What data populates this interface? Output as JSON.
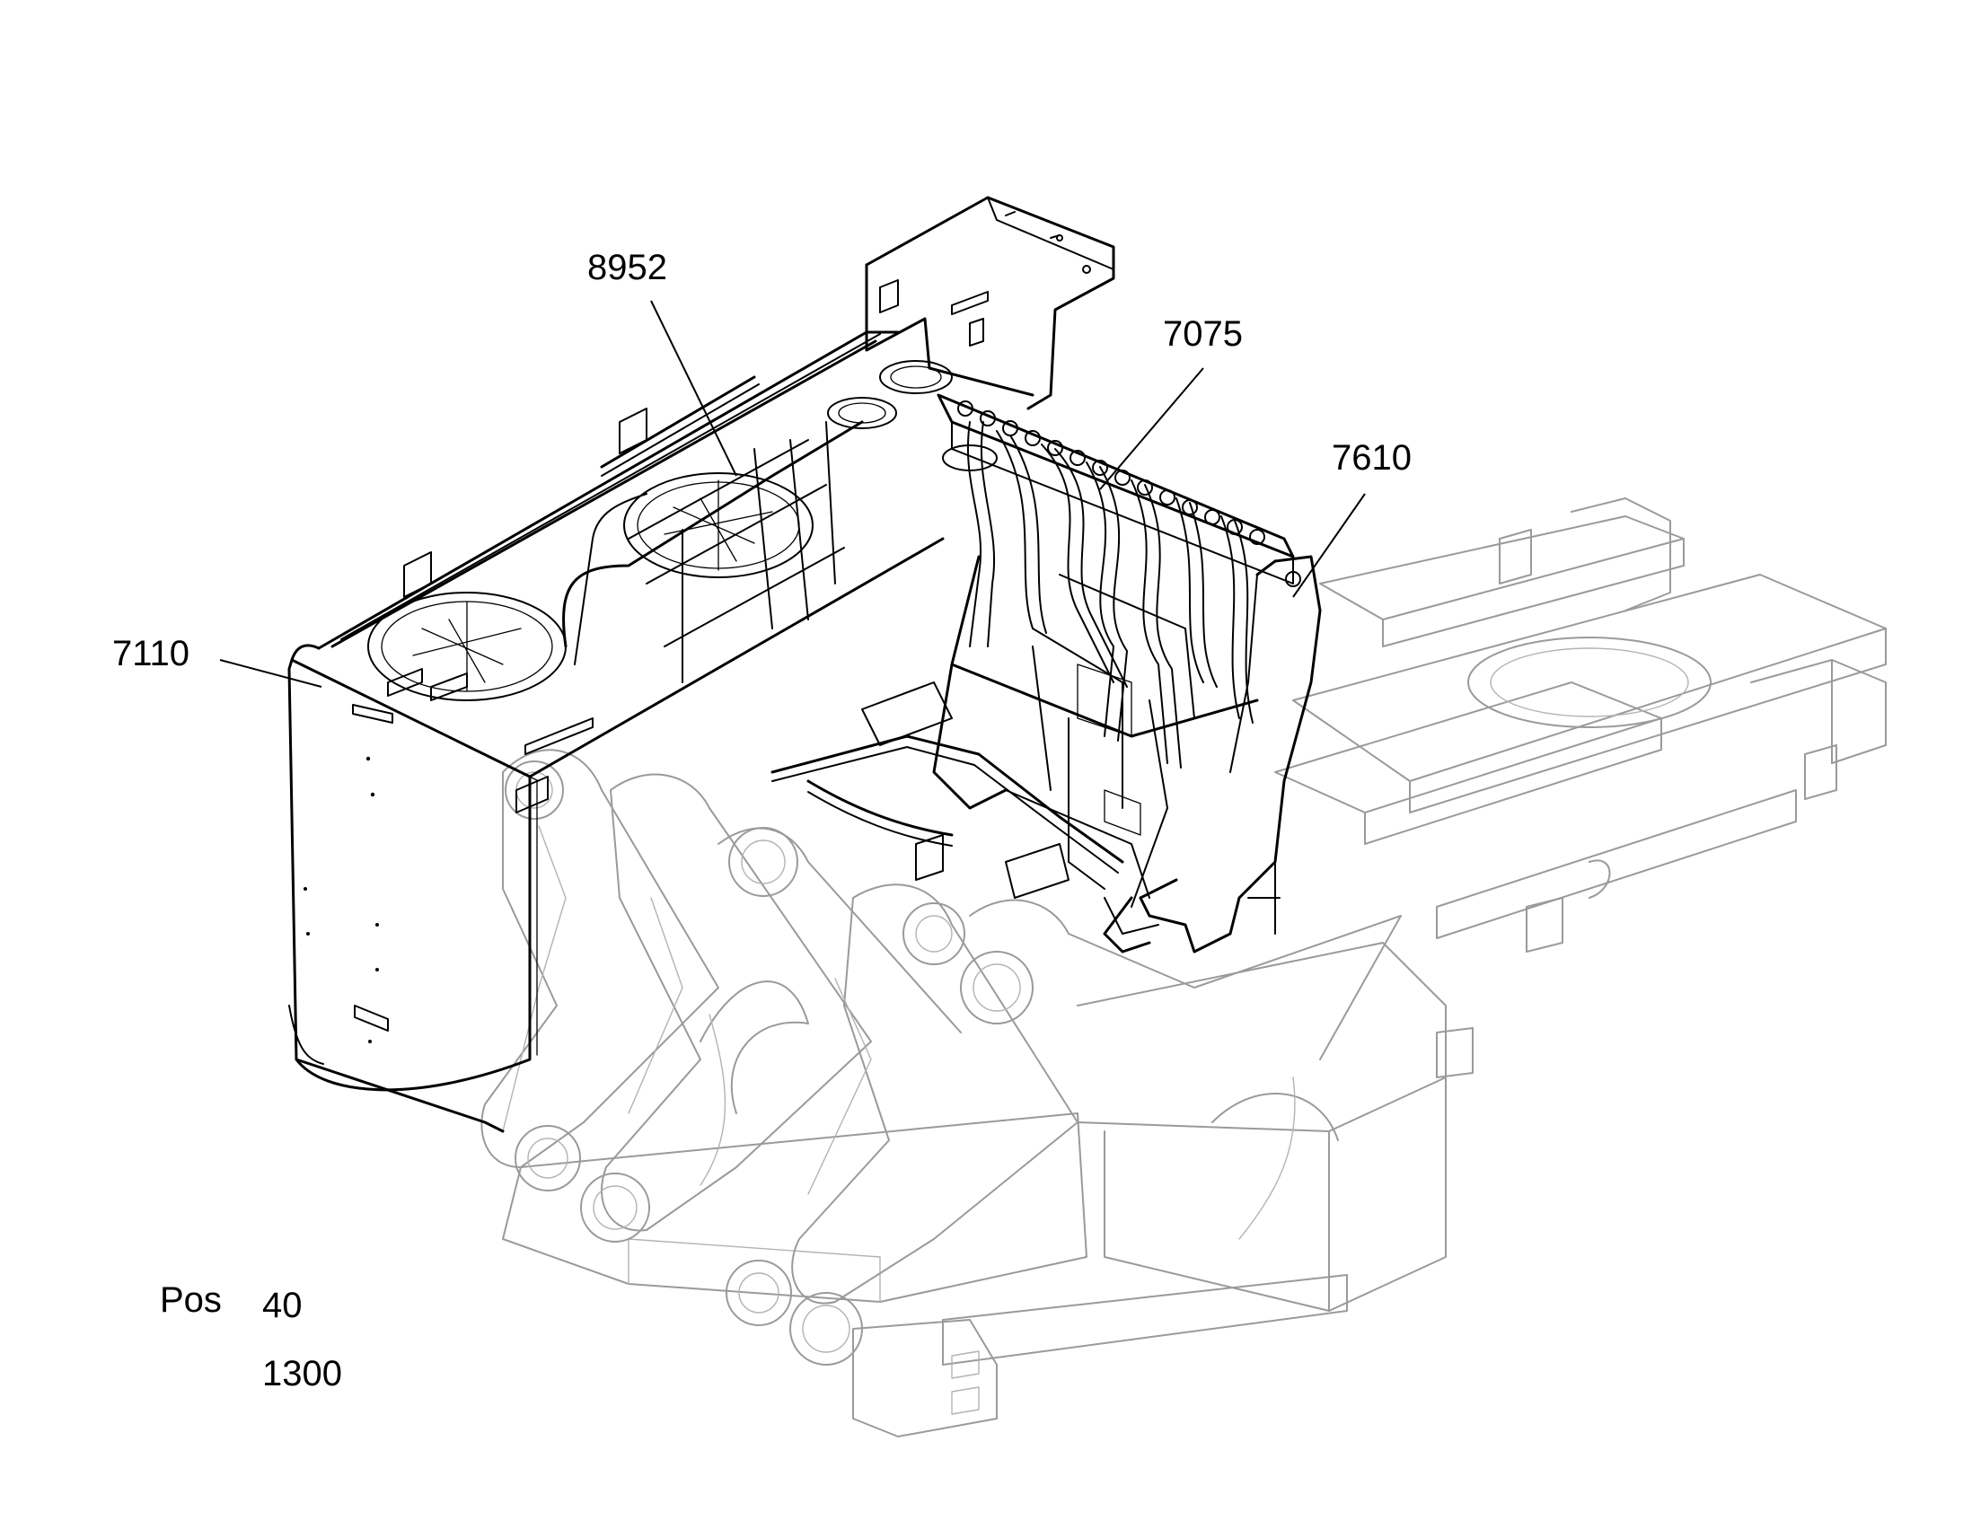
{
  "callouts": [
    {
      "id": "8952",
      "text": "8952"
    },
    {
      "id": "7075",
      "text": "7075"
    },
    {
      "id": "7610",
      "text": "7610"
    },
    {
      "id": "7110",
      "text": "7110"
    }
  ],
  "position": {
    "label": "Pos",
    "values": [
      "40",
      "1300"
    ]
  }
}
